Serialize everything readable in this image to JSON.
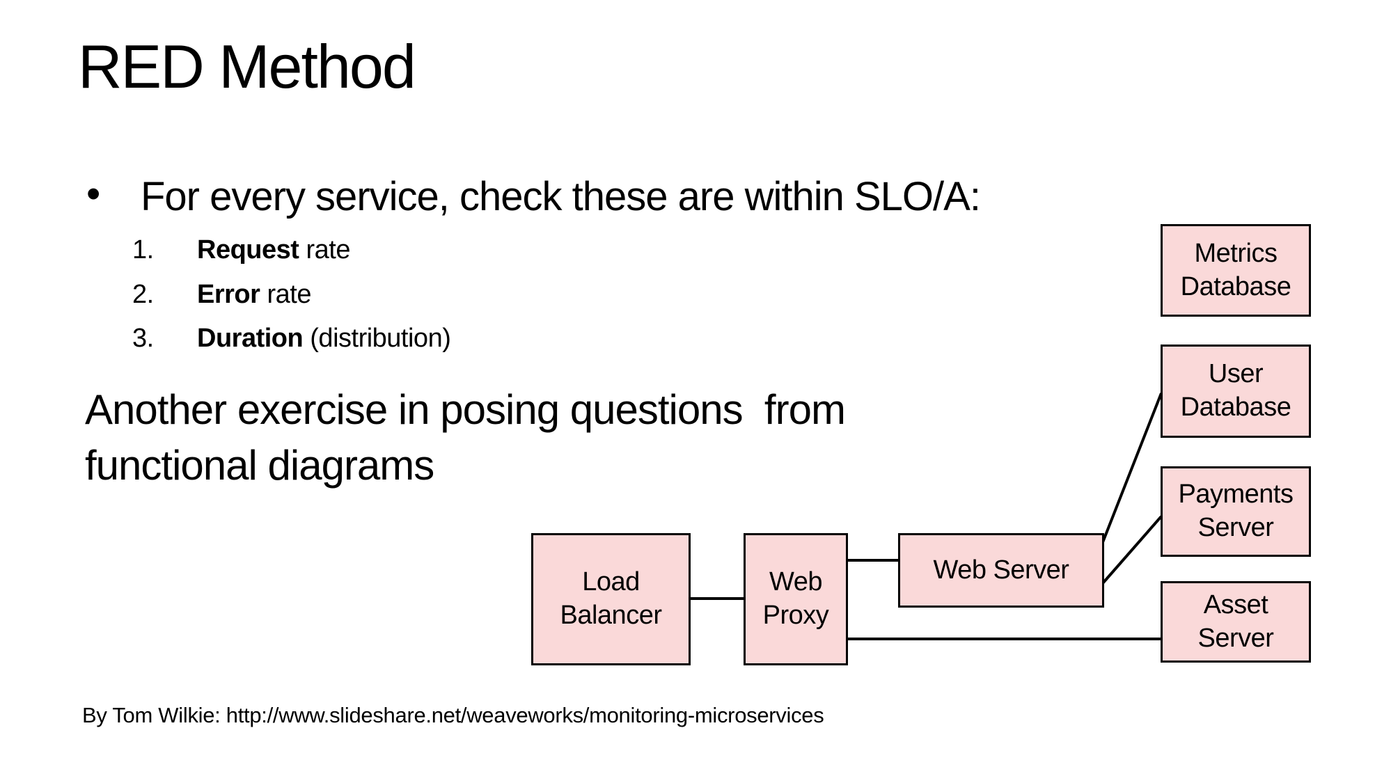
{
  "colors": {
    "background": "#FFFFFF",
    "text": "#000000",
    "box_fill": "#FAD9D9",
    "box_border": "#000000",
    "connector": "#000000"
  },
  "slide": {
    "title": "RED Method",
    "bullet": {
      "marker": "•",
      "text": "For every service, check these are within SLO/A:"
    },
    "numbered_list": [
      {
        "number": "1.",
        "bold": "Request",
        "rest": " rate"
      },
      {
        "number": "2.",
        "bold": "Error",
        "rest": " rate"
      },
      {
        "number": "3.",
        "bold": "Duration",
        "rest": " (distribution)"
      }
    ],
    "paragraph_lines": [
      "Another exercise in posing questions  from",
      "functional diagrams"
    ],
    "footer": "By Tom Wilkie: http://www.slideshare.net/weaveworks/monitoring-microservices"
  },
  "diagram": {
    "nodes": [
      {
        "id": "load-balancer",
        "lines": [
          "Load",
          "Balancer"
        ]
      },
      {
        "id": "web-proxy",
        "lines": [
          "Web",
          "Proxy"
        ]
      },
      {
        "id": "web-server",
        "lines": [
          "Web Server"
        ]
      },
      {
        "id": "metrics-database",
        "lines": [
          "Metrics",
          "Database"
        ]
      },
      {
        "id": "user-database",
        "lines": [
          "User",
          "Database"
        ]
      },
      {
        "id": "payments-server",
        "lines": [
          "Payments",
          "Server"
        ]
      },
      {
        "id": "asset-server",
        "lines": [
          "Asset",
          "Server"
        ]
      }
    ],
    "connections": [
      {
        "from": "load-balancer",
        "to": "web-proxy"
      },
      {
        "from": "web-proxy",
        "to": "web-server"
      },
      {
        "from": "web-server",
        "to": "user-database"
      },
      {
        "from": "web-server",
        "to": "payments-server"
      },
      {
        "from": "web-proxy",
        "to": "asset-server"
      }
    ]
  }
}
